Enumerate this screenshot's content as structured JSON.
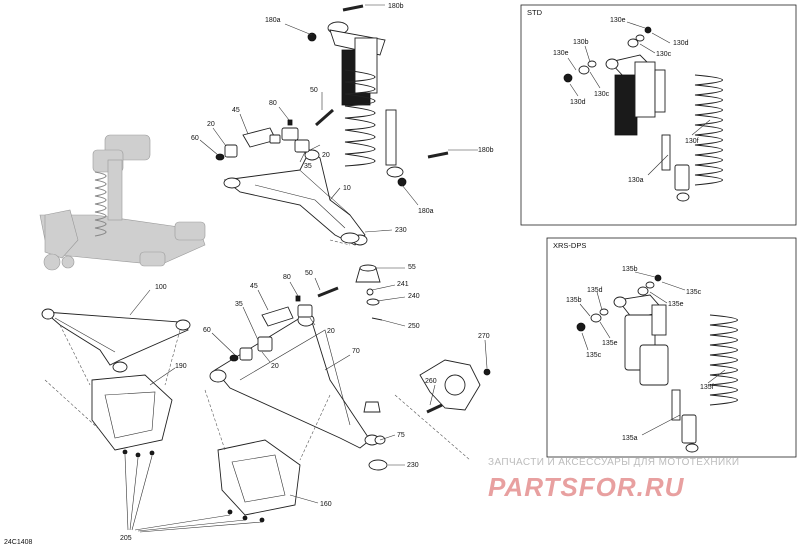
{
  "diagram": {
    "code": "24C1408",
    "inset_std_title": "STD",
    "inset_xrs_title": "XRS-DPS"
  },
  "labels": {
    "l180b_top": "180b",
    "l180a_top": "180a",
    "l180b_mid": "180b",
    "l180a_mid": "180a",
    "l50_top": "50",
    "l80_top": "80",
    "l45_top": "45",
    "l20_top_a": "20",
    "l60_top": "60",
    "l35_top": "35",
    "l20_top_b": "20",
    "l10": "10",
    "l230_top": "230",
    "l55": "55",
    "l241": "241",
    "l240": "240",
    "l250": "250",
    "l100": "100",
    "l80_bot": "80",
    "l50_bot": "50",
    "l45_bot": "45",
    "l35_bot": "35",
    "l20_bot_a": "20",
    "l60_bot": "60",
    "l20_bot_b": "20",
    "l70": "70",
    "l75": "75",
    "l230_bot": "230",
    "l190": "190",
    "l160": "160",
    "l205": "205",
    "l260": "260",
    "l270": "270",
    "std_130e": "130e",
    "std_130d_r": "130d",
    "std_130c_r": "130c",
    "std_130b": "130b",
    "std_130e_l": "130e",
    "std_130c_l": "130c",
    "std_130d_l": "130d",
    "std_130f": "130f",
    "std_130a": "130a",
    "xrs_135b_t": "135b",
    "xrs_135e_r": "135e",
    "xrs_135c_r": "135c",
    "xrs_135d": "135d",
    "xrs_135b_l": "135b",
    "xrs_135e_l": "135e",
    "xrs_135c_l": "135c",
    "xrs_135f": "135f",
    "xrs_135a": "135a"
  },
  "watermark": {
    "line1": "ЗАПЧАСТИ И АКСЕССУАРЫ ДЛЯ МОТОТЕХНИКИ",
    "line2": "PARTSFOR.RU"
  }
}
